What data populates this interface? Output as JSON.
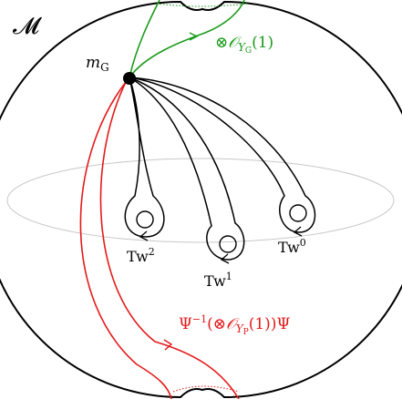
{
  "labels": {
    "manifold": "𝓜",
    "point_base": "m",
    "point_sub": "G",
    "tw0_base": "Tw",
    "tw0_sup": "0",
    "tw1_base": "Tw",
    "tw1_sup": "1",
    "tw2_base": "Tw",
    "tw2_sup": "2",
    "green_otimes": "⊗",
    "green_O": "𝒪",
    "green_sub_Y": "Y",
    "green_sub_sub": "G",
    "green_arg": "(1)",
    "red_psi_inv": "Ψ",
    "red_sup": "−1",
    "red_open": "(⊗",
    "red_O": "𝒪",
    "red_sub_Y": "Y",
    "red_sub_sub": "P",
    "red_arg": "(1))Ψ"
  },
  "colors": {
    "outline": "#000000",
    "equator": "#c8c8c8",
    "green": "#1a9a1a",
    "red": "#e41a1a"
  }
}
